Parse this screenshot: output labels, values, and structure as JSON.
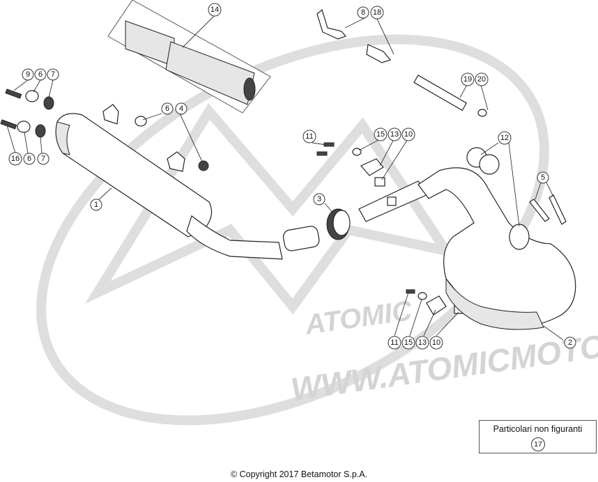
{
  "watermark": {
    "url_text": "WWW.ATOMICMOTO.FR",
    "logo_text": "ATOMIC"
  },
  "legend": {
    "label": "Particolari non figuranti",
    "number": "17"
  },
  "copyright": "© Copyright 2017 Betamotor S.p.A.",
  "callouts": [
    "14",
    "8",
    "18",
    "9",
    "6",
    "7",
    "6",
    "4",
    "19",
    "20",
    "16",
    "6",
    "7",
    "11",
    "15",
    "13",
    "10",
    "12",
    "1",
    "3",
    "5",
    "11",
    "15",
    "13",
    "10",
    "2"
  ]
}
